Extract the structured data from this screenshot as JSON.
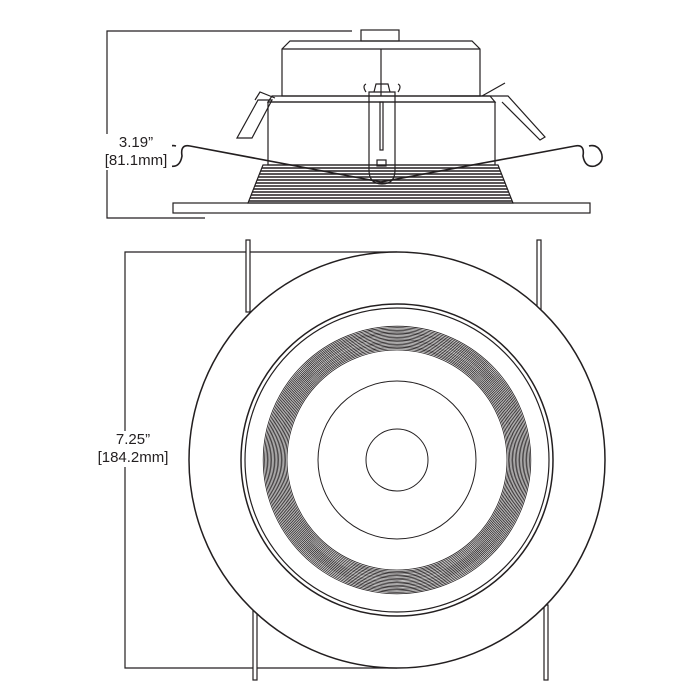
{
  "side_view": {
    "height_in": "3.19”",
    "height_mm": "[81.1mm]"
  },
  "top_view": {
    "diameter_in": "7.25”",
    "diameter_mm": "[184.2mm]"
  },
  "colors": {
    "line": "#231f20",
    "background": "#ffffff"
  }
}
